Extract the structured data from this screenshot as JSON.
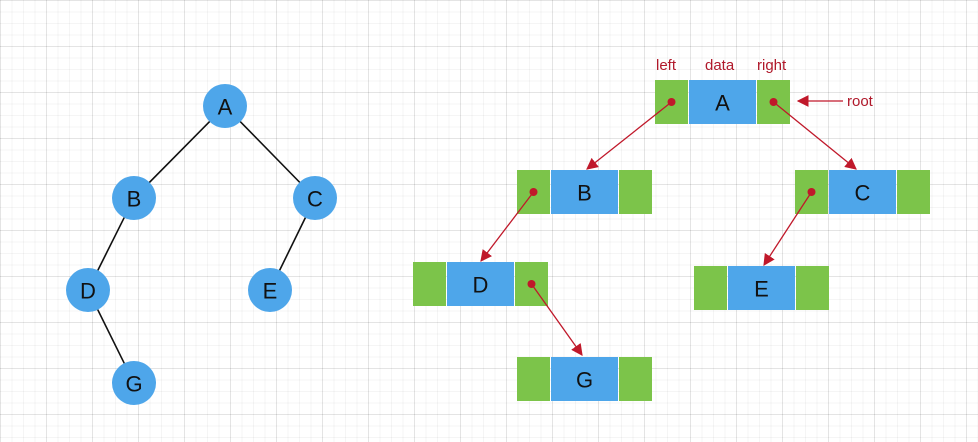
{
  "colors": {
    "node_fill": "#4ea6ea",
    "pointer_fill": "#7cc44a",
    "arrow": "#c0182a",
    "edge": "#111111"
  },
  "tree": {
    "nodes": [
      {
        "id": "A",
        "label": "A"
      },
      {
        "id": "B",
        "label": "B"
      },
      {
        "id": "C",
        "label": "C"
      },
      {
        "id": "D",
        "label": "D"
      },
      {
        "id": "E",
        "label": "E"
      },
      {
        "id": "G",
        "label": "G"
      }
    ],
    "edges": [
      [
        "A",
        "B"
      ],
      [
        "A",
        "C"
      ],
      [
        "B",
        "D"
      ],
      [
        "C",
        "E"
      ],
      [
        "D",
        "G"
      ]
    ]
  },
  "linked": {
    "captions": {
      "left": "left",
      "data": "data",
      "right": "right",
      "root": "root"
    },
    "nodes": [
      {
        "id": "A",
        "label": "A"
      },
      {
        "id": "B",
        "label": "B"
      },
      {
        "id": "C",
        "label": "C"
      },
      {
        "id": "D",
        "label": "D"
      },
      {
        "id": "E",
        "label": "E"
      },
      {
        "id": "G",
        "label": "G"
      }
    ],
    "pointers": [
      {
        "from": "A",
        "side": "left",
        "to": "B"
      },
      {
        "from": "A",
        "side": "right",
        "to": "C"
      },
      {
        "from": "B",
        "side": "left",
        "to": "D"
      },
      {
        "from": "C",
        "side": "left",
        "to": "E"
      },
      {
        "from": "D",
        "side": "right",
        "to": "G"
      }
    ]
  }
}
